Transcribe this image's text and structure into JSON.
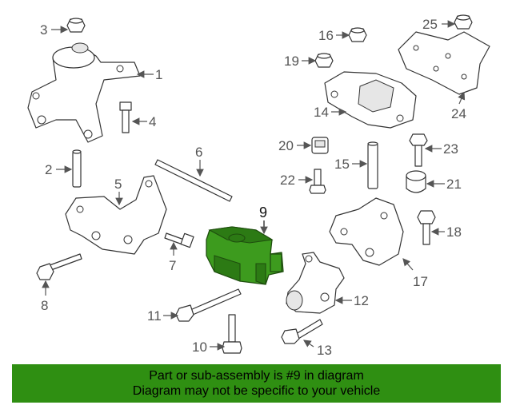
{
  "diagram": {
    "highlight_color": "#3d9b1e",
    "highlight_part": "9",
    "callouts": [
      "1",
      "2",
      "3",
      "4",
      "5",
      "6",
      "7",
      "8",
      "9",
      "10",
      "11",
      "12",
      "13",
      "14",
      "15",
      "16",
      "17",
      "18",
      "19",
      "20",
      "21",
      "22",
      "23",
      "24",
      "25"
    ]
  },
  "banner": {
    "color": "#2f8f12",
    "line1": "Part or sub-assembly is #9 in diagram",
    "line2": "Diagram may not be specific to your vehicle"
  }
}
